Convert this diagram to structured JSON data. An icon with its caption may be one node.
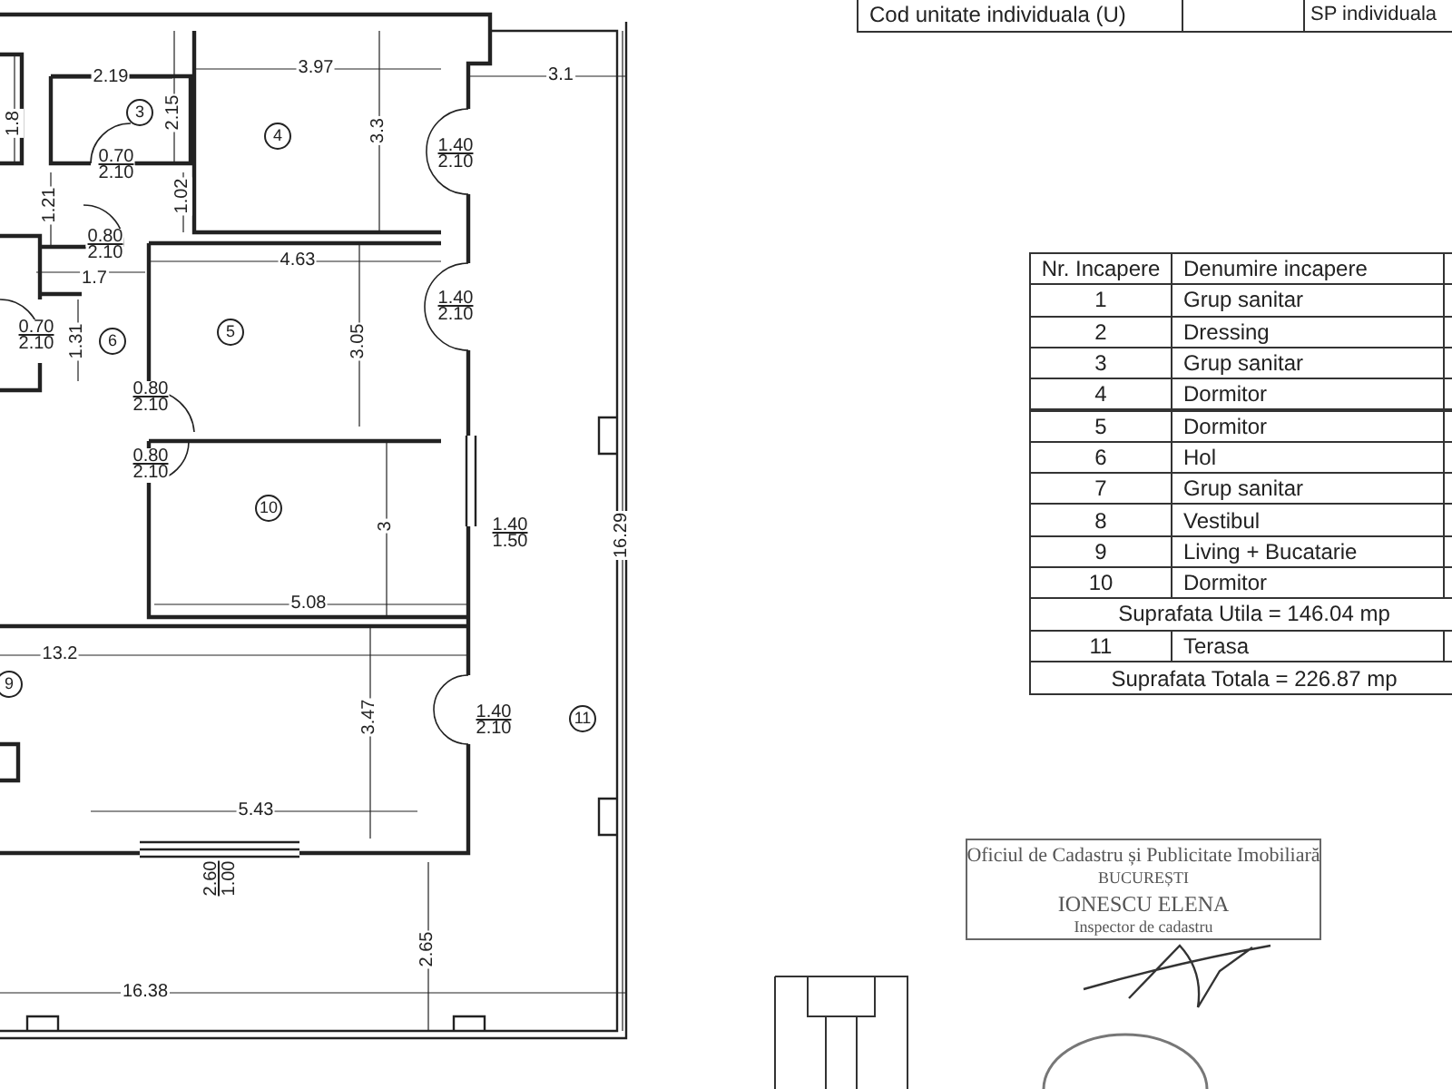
{
  "diagram": {
    "labels": [
      "Cod unitate individuala (U)",
      "SP individuala",
      "1.8",
      "2.19",
      "3.97",
      "3.1",
      "3",
      "2.15",
      "4",
      "3.3",
      "1.40",
      "2.10",
      "0.70",
      "2.10",
      "1.21",
      "1.02",
      "0.80",
      "2.10",
      "1.7",
      "4.63",
      "1.40",
      "2.10",
      "0.70",
      "2.10",
      "1.31",
      "6",
      "5",
      "3.05",
      "0.80",
      "2.10",
      "0.80",
      "2.10",
      "10",
      "3",
      "1.40",
      "1.50",
      "16.29",
      "5.08",
      "13.2",
      "9",
      "3.47",
      "1.40",
      "2.10",
      "11",
      "5.43",
      "2.60",
      "1.00",
      "2.65",
      "16.38",
      "Nr. Incapere",
      "Denumire incapere",
      "1",
      "Grup sanitar",
      "2",
      "Dressing",
      "3",
      "Grup sanitar",
      "4",
      "Dormitor",
      "5",
      "Dormitor",
      "6",
      "Hol",
      "7",
      "Grup sanitar",
      "8",
      "Vestibul",
      "9",
      "Living + Bucatarie",
      "10",
      "Dormitor",
      "Suprafata Utila = 146.04 mp",
      "11",
      "Terasa",
      "Suprafata Totala = 226.87 mp",
      "Oficiul de Cadastru și Publicitate Imobiliară",
      "BUCUREȘTI",
      "IONESCU ELENA",
      "Inspector de cadastru"
    ]
  }
}
